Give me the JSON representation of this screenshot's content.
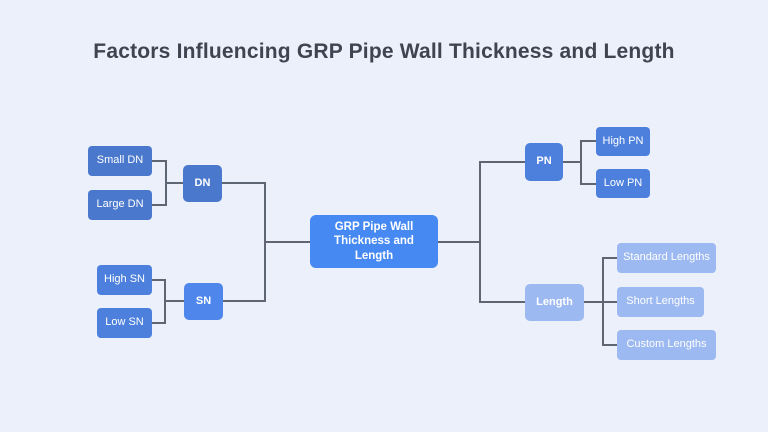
{
  "title": "Factors Influencing GRP Pipe Wall Thickness and Length",
  "center_node": {
    "label": "GRP Pipe Wall Thickness and Length"
  },
  "left_branches": [
    {
      "label": "DN",
      "children": [
        {
          "label": "Small DN"
        },
        {
          "label": "Large DN"
        }
      ]
    },
    {
      "label": "SN",
      "children": [
        {
          "label": "High SN"
        },
        {
          "label": "Low SN"
        }
      ]
    }
  ],
  "right_branches": [
    {
      "label": "PN",
      "children": [
        {
          "label": "High PN"
        },
        {
          "label": "Low PN"
        }
      ]
    },
    {
      "label": "Length",
      "children": [
        {
          "label": "Standard Lengths"
        },
        {
          "label": "Short Lengths"
        },
        {
          "label": "Custom Lengths"
        }
      ]
    }
  ],
  "colors": {
    "background": "#ebf0fb",
    "title_text": "#3e4450",
    "connector": "#5f6673",
    "node_text": "#ffffff",
    "node_blue_dark": "#4a78cc",
    "node_blue_medium": "#4c80dc",
    "node_blue_sn": "#4e86ec",
    "node_blue_center": "#4689f2",
    "node_blue_light": "#9cb9f1"
  }
}
